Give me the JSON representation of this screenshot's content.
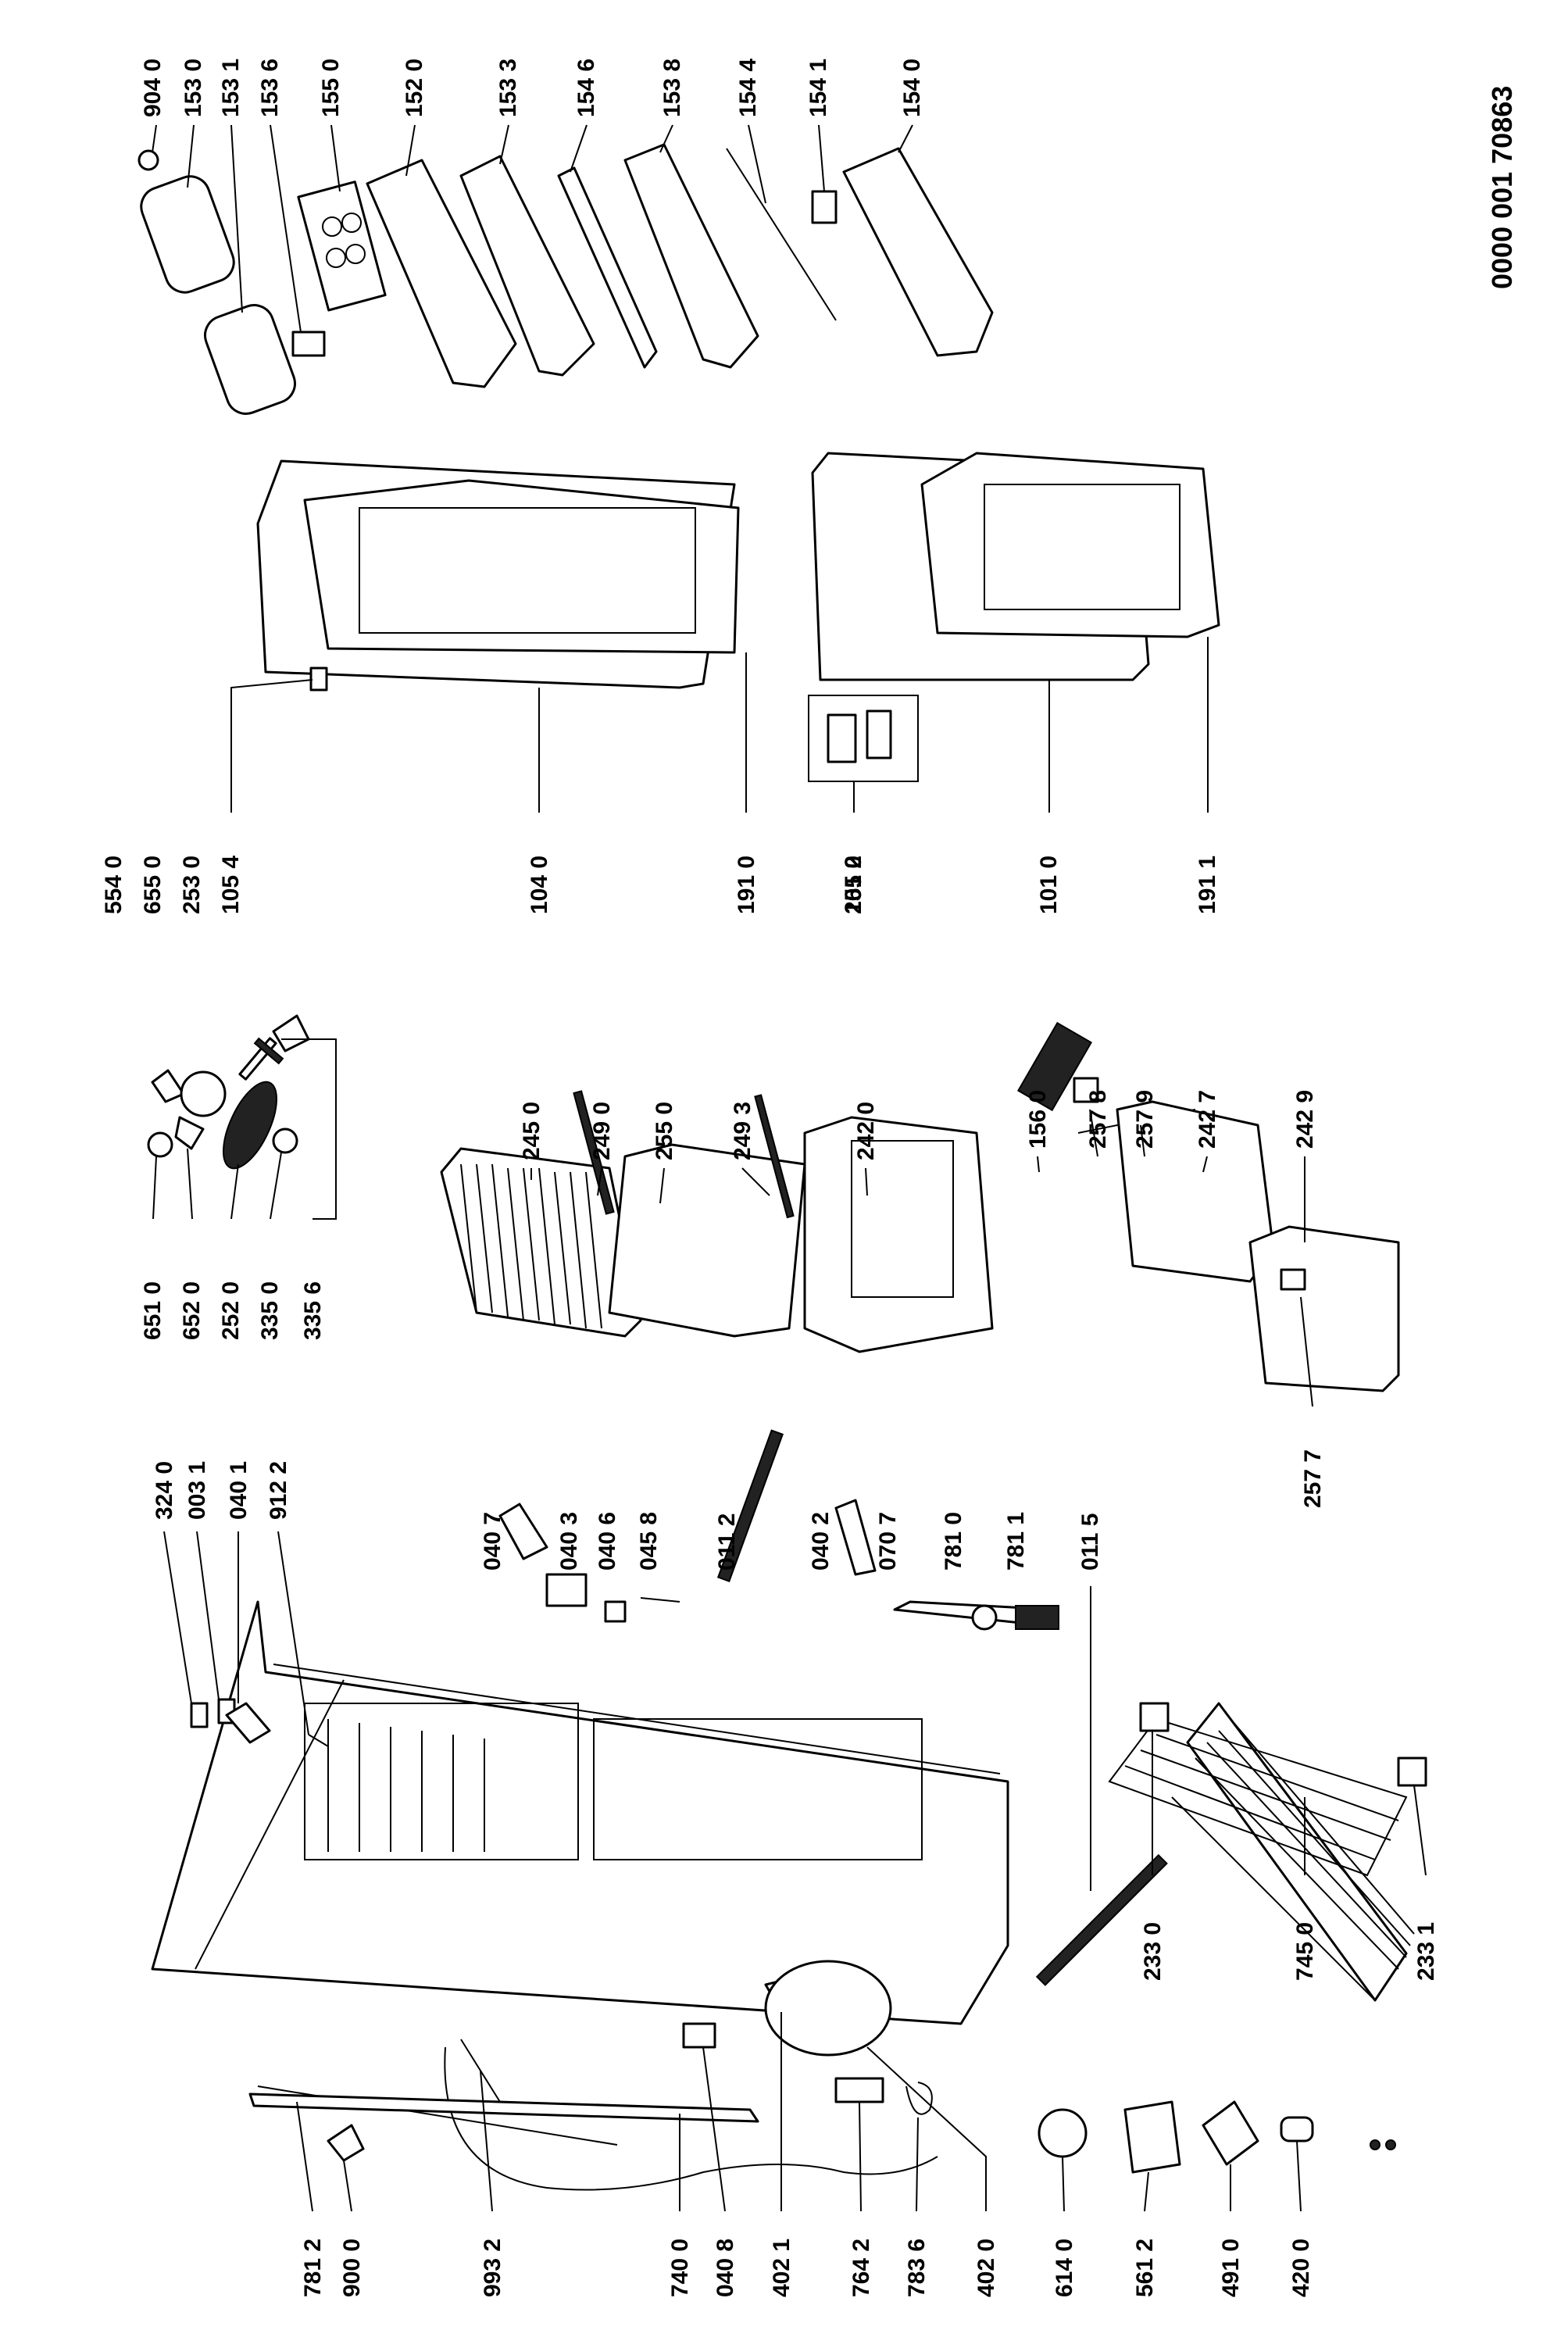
{
  "document_number": "0000 001 70863",
  "labels": {
    "p9040": "904 0",
    "p1530": "153 0",
    "p1531": "153 1",
    "p1536": "153 6",
    "p1550": "155 0",
    "p1520": "152 0",
    "p1533": "153 3",
    "p1546": "154 6",
    "p1538": "153 8",
    "p1544": "154 4",
    "p1541": "154 1",
    "p1540": "154 0",
    "p2510": "251 0",
    "p5540": "554 0",
    "p6550": "655 0",
    "p2530": "253 0",
    "p1054": "105 4",
    "p1040": "104 0",
    "p1910": "191 0",
    "p1052": "105 2",
    "p1010": "101 0",
    "p1911": "191 1",
    "p6510": "651 0",
    "p6520": "652 0",
    "p2520": "252 0",
    "p3350": "335 0",
    "p3356": "335 6",
    "p2450": "245 0",
    "p2490": "249 0",
    "p2550": "255 0",
    "p2493": "249 3",
    "p2420": "242 0",
    "p1560": "156 0",
    "p2578": "257 8",
    "p2579": "257 9",
    "p2427": "242 7",
    "p2429": "242 9",
    "p2577": "257 7",
    "p3240": "324 0",
    "p0031": "003 1",
    "p0401": "040 1",
    "p9122": "912 2",
    "p0407": "040 7",
    "p0403": "040 3",
    "p0406": "040 6",
    "p0458": "045 8",
    "p0112": "011 2",
    "p0402": "040 2",
    "p0707": "070 7",
    "p7810": "781 0",
    "p7811": "781 1",
    "p0115": "011 5",
    "p2330": "233 0",
    "p7450": "745 0",
    "p2331": "233 1",
    "p7812": "781 2",
    "p9000": "900 0",
    "p9932": "993 2",
    "p7400": "740 0",
    "p0408": "040 8",
    "p4021": "402 1",
    "p7642": "764 2",
    "p7836": "783 6",
    "p4020": "402 0",
    "p6140": "614 0",
    "p5612": "561 2",
    "p4910": "491 0",
    "p4200": "420 0"
  }
}
